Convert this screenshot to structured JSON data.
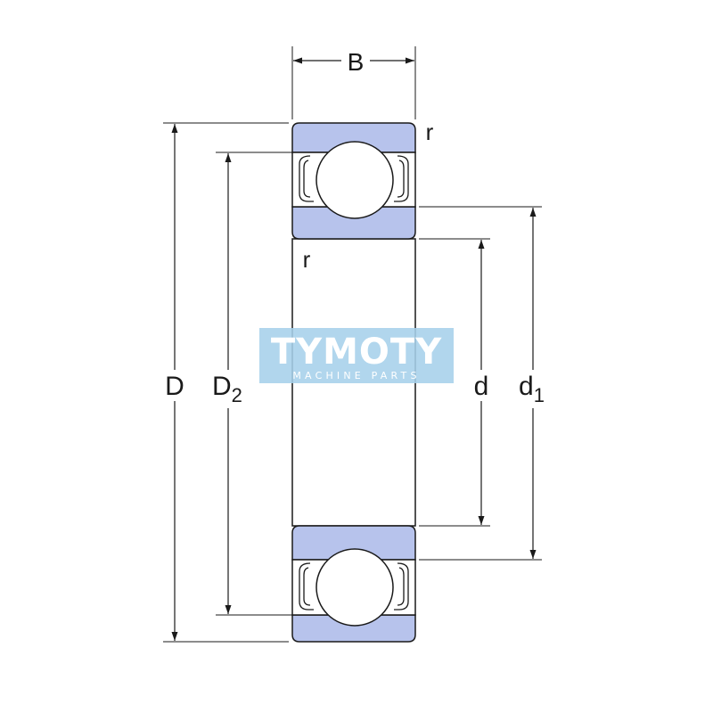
{
  "labels": {
    "B": "B",
    "D": "D",
    "D2_main": "D",
    "D2_sub": "2",
    "d": "d",
    "d1_main": "d",
    "d1_sub": "1",
    "r_top": "r",
    "r_bottom": "r"
  },
  "watermark": {
    "title": "TYMOTY",
    "subtitle": "MACHINE PARTS"
  },
  "colors": {
    "ring_fill": "#b7c3ec",
    "line": "#1a1a1a",
    "watermark_bg": "#a6d0ea"
  }
}
